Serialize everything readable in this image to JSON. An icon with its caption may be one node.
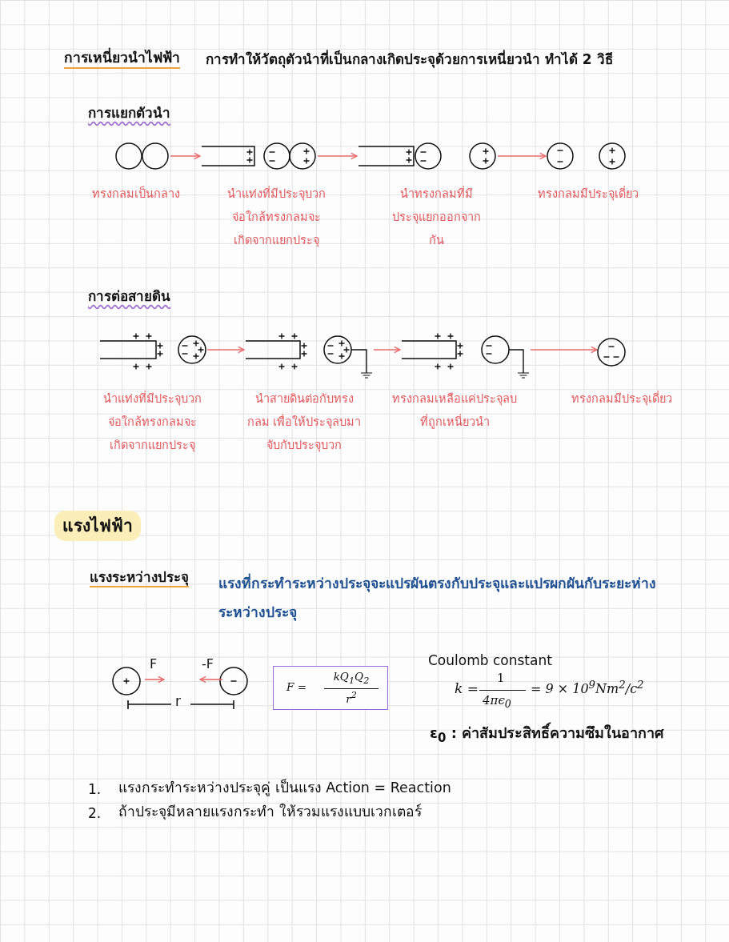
{
  "diagram": {
    "title": "การเหนี่ยวนำไฟฟ้า",
    "nodes": [
      {
        "text": [],
        "shape": "picture",
        "beside": [
          "ทรงกลมเป็นกลาง"
        ]
      },
      {
        "text": [],
        "shape": "picture",
        "beside": [
          "นำแท่งที่มีประจุบวกจ่อใกล้ทรงกลมจะเกิดจากแยกประจุ"
        ]
      },
      {
        "text": [],
        "shape": "picture",
        "beside": [
          "นำทรงกลมที่มีประจุแยกออกจากกัน"
        ]
      },
      {
        "text": [],
        "shape": "picture",
        "beside": [
          "ทรงกลมมีประจุเดี่ยว"
        ]
      },
      {
        "text": [],
        "shape": "picture",
        "beside": [
          "นำแท่งที่มีประจุบวกจ่อใกล้ทรงกลมจะเกิดจากแยกประจุ"
        ]
      },
      {
        "text": [],
        "shape": "picture",
        "beside": [
          "นำสายดินต่อกับทรงกลม เพื่อให้ประจุลบมาจับกับประจุบวก"
        ]
      },
      {
        "text": [],
        "shape": "picture",
        "beside": [
          "ทรงกลมเหลือแค่ประจุลบที่ถูกเหนี่ยวนำ"
        ]
      },
      {
        "text": [],
        "shape": "picture",
        "beside": [
          "ทรงกลมมีประจุเดี่ยว"
        ]
      },
      {
        "text": [
          "F =",
          "kQ$_{1}$Q$_{2}$",
          "r$^{2}$"
        ]
      }
    ],
    "edges": [
      {
        "from": 0,
        "to": 1,
        "arrow": "to"
      },
      {
        "from": 1,
        "to": 2,
        "arrow": "to"
      },
      {
        "from": 2,
        "to": 3,
        "arrow": "to"
      },
      {
        "from": 4,
        "to": 5,
        "arrow": "to"
      },
      {
        "from": 5,
        "to": 6,
        "arrow": "to"
      },
      {
        "from": 6,
        "to": 7,
        "arrow": "to"
      }
    ],
    "labels": [
      "การทำให้วัตถุตัวนำที่เป็นกลางเกิดประจุด้วยการเหนี่ยวนำ ทำได้ 2 วิธี",
      "การแยกตัวนำ",
      "การต่อสายดิน",
      "แรงไฟฟ้า",
      "แรงระหว่างประจุ",
      "แรงที่กระทำระหว่างประจุจะแปรผันตรงกับประจุและแปรผกผันกับระยะห่างระหว่างประจุ",
      "F",
      "-F",
      "r",
      "Coulomb constant",
      "k =",
      "1",
      "4πϵ$_{0}$",
      "= 9 × 10$^{9}$Nm$^{2}$/c$^{2}$",
      "ε$_{0}$ : ค่าสัมประสิทธิ์ความซึมในอากาศ",
      "1.",
      "แรงกระทำระหว่างประจุคู่ เป็นแรง Action = Reaction",
      "2.",
      "ถ้าประจุมีหลายแรงกระทำ ให้รวมแรงแบบเวกเตอร์"
    ]
  }
}
